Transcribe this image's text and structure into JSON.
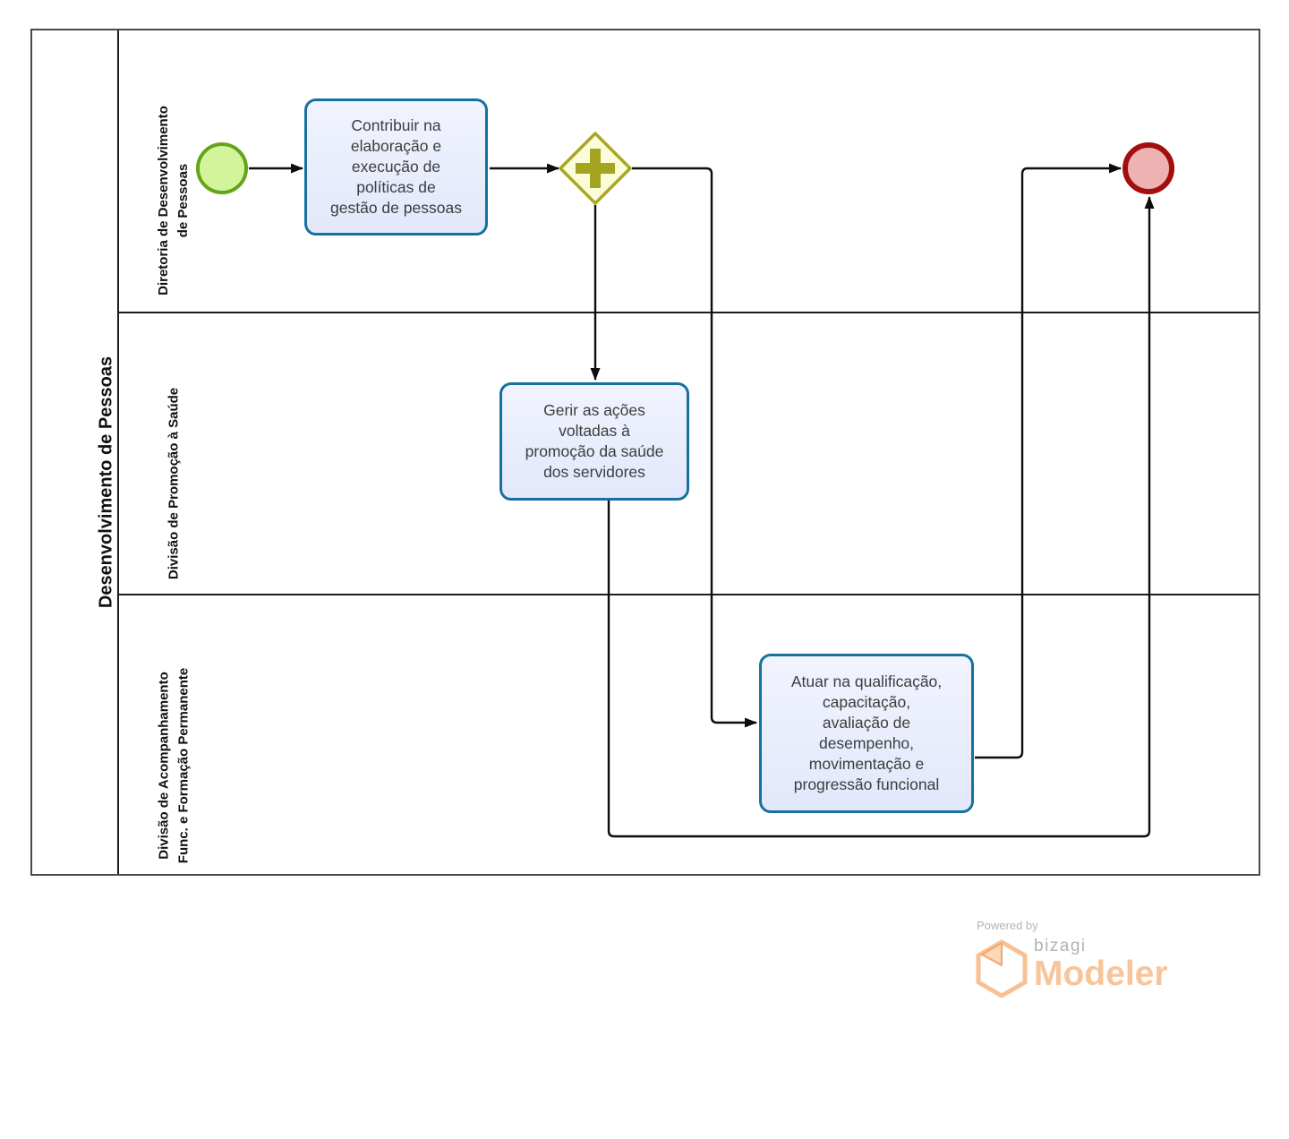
{
  "pool": {
    "title": "Desenvolvimento de Pessoas",
    "lanes": [
      {
        "label": "Diretoria de Desenvolvimento\nde Pessoas"
      },
      {
        "label": "Divisão de Promoção à Saúde"
      },
      {
        "label": "Divisão de Acompanhamento\nFunc. e Formação Permanente"
      }
    ]
  },
  "nodes": {
    "start_event": {
      "type": "start-event"
    },
    "end_event": {
      "type": "end-event"
    },
    "gateway": {
      "type": "parallel-gateway",
      "symbol": "+"
    },
    "task_contribuir": {
      "label": "Contribuir na\nelaboração e\nexecução de\npolíticas de\ngestão de pessoas"
    },
    "task_gerir": {
      "label": "Gerir as ações\nvoltadas à\npromoção da saúde\ndos servidores"
    },
    "task_atuar": {
      "label": "Atuar na qualificação,\ncapacitação,\navaliação de\ndesempenho,\nmovimentação e\nprogressão funcional"
    }
  },
  "branding": {
    "powered_by": "Powered by",
    "brand": "bizagi",
    "product": "Modeler"
  },
  "colors": {
    "task_border": "#17709f",
    "task_fill": "#e9edfc",
    "gateway_border": "#a6a825",
    "gateway_fill": "#fbfcd9",
    "start_border": "#64a41b",
    "start_fill": "#d3f49b",
    "end_border": "#a30e0e",
    "end_fill": "#efb2b2",
    "connector": "#0d0d0d",
    "pool_border": "#4a4a4a",
    "brand_orange": "#f8c49a",
    "brand_gray": "#b3b3b3"
  }
}
